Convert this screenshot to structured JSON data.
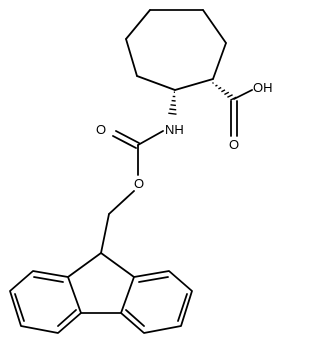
{
  "atoms": {
    "hydroxyl": "OH",
    "carbonyl_o_acid": "O",
    "amine": "NH",
    "carbonyl_o_carbamate": "O",
    "ester_o": "O"
  },
  "colors": {
    "bond": "#000000",
    "label": "#000000",
    "background": "#ffffff"
  }
}
